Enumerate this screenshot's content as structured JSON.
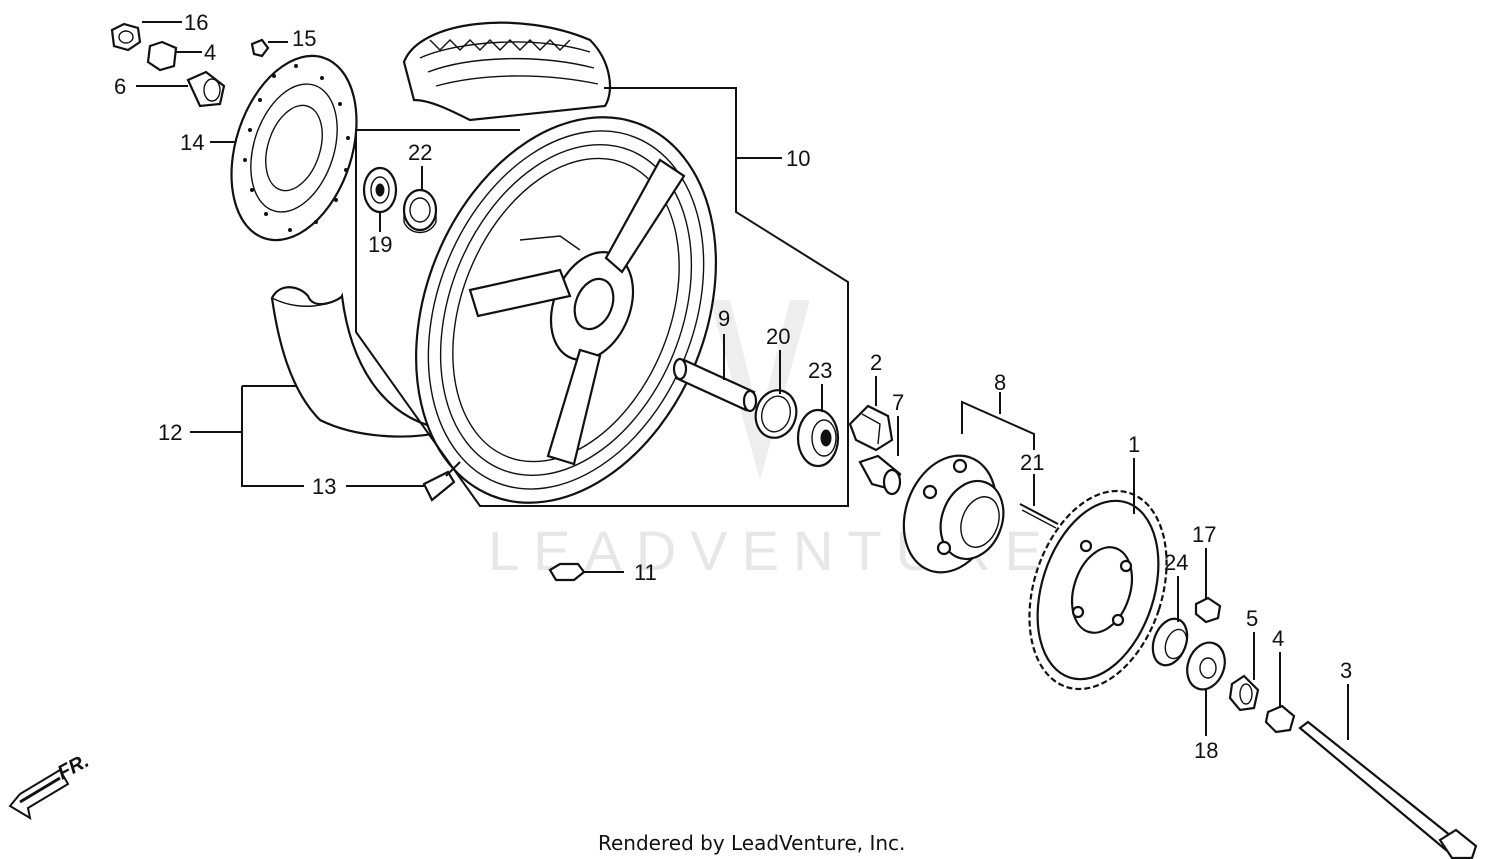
{
  "diagram": {
    "watermark": "LEADVENTURE",
    "footer": "Rendered by LeadVenture, Inc.",
    "direction_label": "FR.",
    "callouts": [
      {
        "id": "c16",
        "label": "16"
      },
      {
        "id": "c4a",
        "label": "4"
      },
      {
        "id": "c15",
        "label": "15"
      },
      {
        "id": "c6",
        "label": "6"
      },
      {
        "id": "c14",
        "label": "14"
      },
      {
        "id": "c22",
        "label": "22"
      },
      {
        "id": "c19",
        "label": "19"
      },
      {
        "id": "c10",
        "label": "10"
      },
      {
        "id": "c9",
        "label": "9"
      },
      {
        "id": "c20",
        "label": "20"
      },
      {
        "id": "c23",
        "label": "23"
      },
      {
        "id": "c2",
        "label": "2"
      },
      {
        "id": "c7",
        "label": "7"
      },
      {
        "id": "c8",
        "label": "8"
      },
      {
        "id": "c21",
        "label": "21"
      },
      {
        "id": "c1",
        "label": "1"
      },
      {
        "id": "c12",
        "label": "12"
      },
      {
        "id": "c13",
        "label": "13"
      },
      {
        "id": "c11",
        "label": "11"
      },
      {
        "id": "c17",
        "label": "17"
      },
      {
        "id": "c24",
        "label": "24"
      },
      {
        "id": "c5",
        "label": "5"
      },
      {
        "id": "c4b",
        "label": "4"
      },
      {
        "id": "c3",
        "label": "3"
      },
      {
        "id": "c18",
        "label": "18"
      }
    ]
  }
}
